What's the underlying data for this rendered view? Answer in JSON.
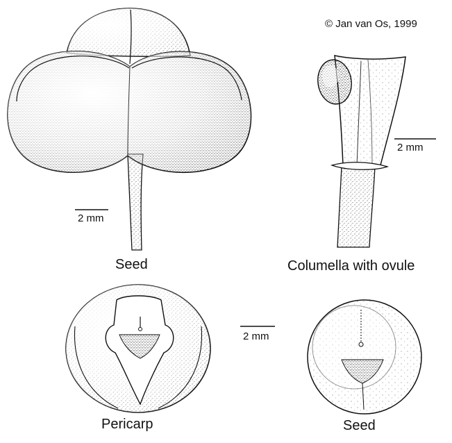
{
  "copyright": "© Jan van Os, 1999",
  "panels": {
    "fruit": {
      "label": "Seed",
      "scale": "2 mm"
    },
    "columella": {
      "label": "Columella with ovule",
      "scale": "2 mm"
    },
    "pericarp": {
      "label": "Pericarp",
      "scale": "2 mm"
    },
    "seed": {
      "label": "Seed"
    }
  }
}
